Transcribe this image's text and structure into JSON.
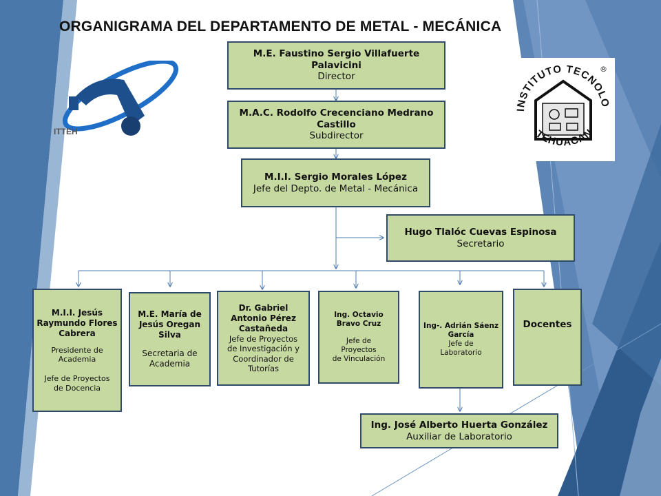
{
  "title": "ORGANIGRAMA DEL DEPARTAMENTO DE  METAL - MECÁNICA",
  "logo_left": {
    "text": "ITTEH"
  },
  "logo_right": {
    "top_text": "INSTITUTO TECNOLOGICO",
    "registered": "®",
    "bottom_text": "TEHUACAN"
  },
  "nodes": {
    "director": {
      "name": "M.E. Faustino Sergio Villafuerte\nPalavicini",
      "role": "Director"
    },
    "subdirector": {
      "name": "M.A.C. Rodolfo Crecenciano Medrano\nCastillo",
      "role": "Subdirector"
    },
    "jefe": {
      "name": "M.I.I. Sergio Morales López",
      "role": "Jefe del Depto. de Metal - Mecánica"
    },
    "secretario": {
      "name": "Hugo Tlalóc Cuevas Espinosa",
      "role": "Secretario"
    },
    "presidente": {
      "name": "M.I.I. Jesús\nRaymundo Flores\nCabrera",
      "role": "Presidente de\nAcademia\n\nJefe de Proyectos\nde Docencia"
    },
    "secretaria_academia": {
      "name": "M.E. María de\nJesús Oregan\nSilva",
      "role": "Secretaria de\nAcademia"
    },
    "investigacion": {
      "name": "Dr. Gabriel\nAntonio Pérez\nCastañeda",
      "role": "Jefe de Proyectos\nde Investigación y\nCoordinador de\nTutorías"
    },
    "vinculacion": {
      "name": "Ing. Octavio\nBravo Cruz",
      "role": "Jefe de\nProyectos\nde Vinculación"
    },
    "laboratorio": {
      "name": "Ing-. Adrián Sáenz\nGarcía",
      "role": "Jefe de\nLaboratorio"
    },
    "docentes": {
      "name": "Docentes"
    },
    "auxiliar": {
      "name": "Ing. José Alberto Huerta González",
      "role": "Auxiliar de  Laboratorio"
    }
  }
}
